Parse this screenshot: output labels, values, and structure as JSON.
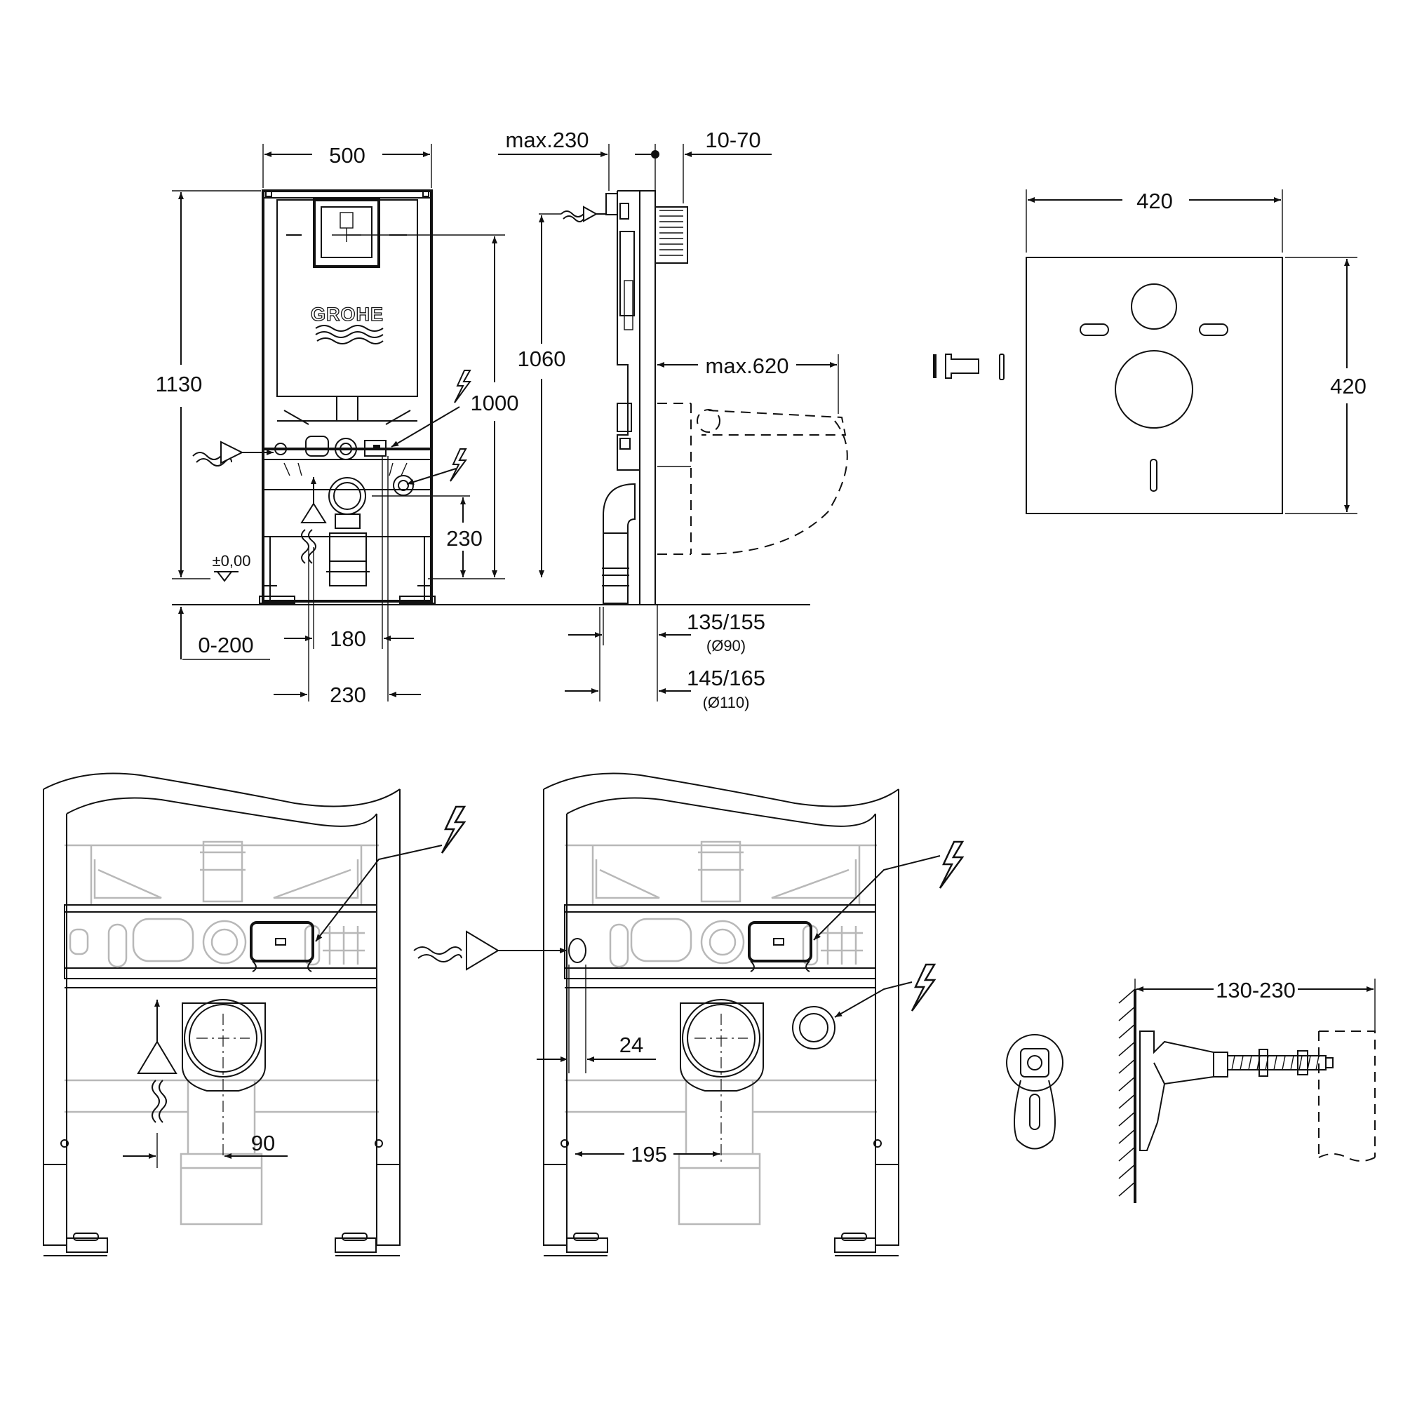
{
  "brand": {
    "logo_text": "GROHE"
  },
  "front_view": {
    "width_label": "500",
    "total_height_label": "1130",
    "actuation_height_label": "1000",
    "drain_height_label": "230",
    "floor_level_label": "±0,00",
    "foot_adjust_label": "0-200",
    "drain_offset_label": "180",
    "drain_width_label": "230"
  },
  "side_view": {
    "wall_distance_label": "max.230",
    "panel_thickness_label": "10-70",
    "inlet_height_label": "1060",
    "bowl_projection_label": "max.620",
    "pipe_90_label": "135/155",
    "pipe_90_note": "(Ø90)",
    "pipe_110_label": "145/165",
    "pipe_110_note": "(Ø110)"
  },
  "sound_mat": {
    "width_label": "420",
    "height_label": "420"
  },
  "detail_left": {
    "drain_offset_label": "90"
  },
  "detail_right": {
    "side_offset_label": "24",
    "drain_offset_label": "195"
  },
  "bracket_detail": {
    "depth_label": "130-230"
  },
  "icons": [
    "electrical-supply-icon",
    "water-supply-icon",
    "floor-level-icon"
  ]
}
